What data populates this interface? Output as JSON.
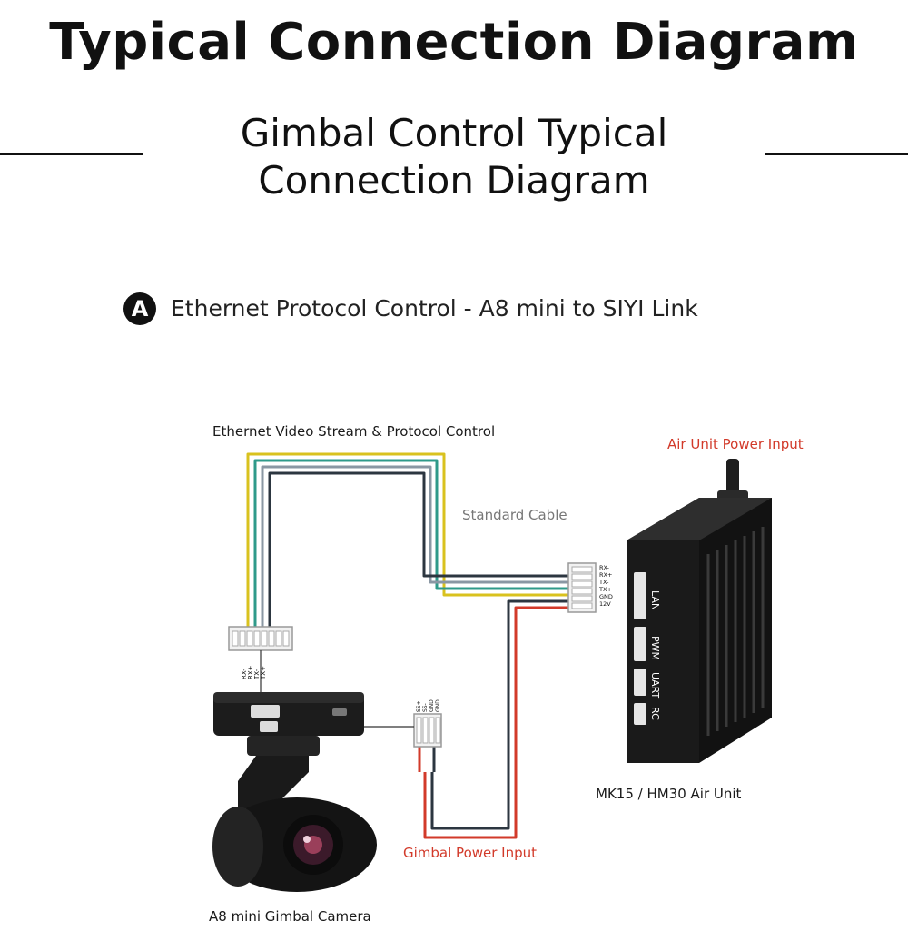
{
  "header": {
    "title": "Typical Connection Diagram",
    "subtitle_line1": "Gimbal Control Typical",
    "subtitle_line2": "Connection Diagram"
  },
  "section": {
    "badge": "A",
    "title": "Ethernet Protocol Control - A8 mini to SIYI Link"
  },
  "labels": {
    "ethernet": "Ethernet Video Stream & Protocol Control",
    "air_power": "Air Unit Power Input",
    "standard_cable": "Standard Cable",
    "air_unit": "MK15 / HM30 Air Unit",
    "gimbal_power": "Gimbal Power Input",
    "camera": "A8 mini Gimbal Camera"
  },
  "ports": {
    "lan": "LAN",
    "pwm": "PWM",
    "uart": "UART",
    "rc": "RC"
  },
  "pins": {
    "air_connector": [
      "RX-",
      "RX+",
      "TX-",
      "TX+",
      "GND",
      "12V"
    ],
    "camera_connector": [
      "RX-",
      "RX+",
      "TX-",
      "TX+"
    ],
    "power_connector": [
      "GND",
      "GND",
      "SS-",
      "SS+"
    ]
  },
  "colors": {
    "wire_yellow": "#d9c21e",
    "wire_teal": "#2f9a8a",
    "wire_grey": "#8a97a3",
    "wire_dark": "#2c3640",
    "wire_red": "#d23a2a",
    "accent_red": "#d23a2a"
  }
}
